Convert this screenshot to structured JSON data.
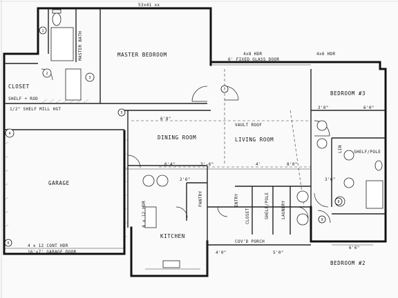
{
  "labels": {
    "top_dim": "53x41 xx",
    "master_bedroom": "MASTER BEDROOM",
    "master_bath": "MASTER BATH",
    "closet": "CLOSET",
    "shelf_rod": "SHELF + ROD",
    "garage": "GARAGE",
    "dining_room": "DINING ROOM",
    "living_room": "LIVING ROOM",
    "bedroom_3": "BEDROOM #3",
    "bedroom_2": "BEDROOM #2",
    "kitchen": "KITCHEN",
    "pantry": "PANTRY",
    "entry": "ENTRY",
    "laundry": "LAUNDRY",
    "closet_small": "CLOSET",
    "shelf_pole": "SHELF/POLE",
    "shelf_pole_2": "SHELF/POLE",
    "lin": "LIN",
    "garage_door": "16'x7' GARAGE DOOR",
    "control": "4 x 12 CONT HDR",
    "hdr": "4x8 HDR",
    "fixed_glass_door": "6' FIXED GLASS DOOR",
    "hdr_2": "4x6 HDR",
    "shelf_mill": "1/2\" SHELF MILL HGT",
    "vault": "VAULT ROOF",
    "cov_porch": "COV'D PORCH",
    "hdr_garage_left": "4 x 12 HDR",
    "dim_a": "6'4\"",
    "dim_b": "3'-6\"",
    "dim_c": "4'",
    "dim_d": "8'0\"",
    "dim_e": "6'8\"",
    "dim_f": "3'0\"",
    "dim_g": "6'0\"",
    "dim_h": "6'6\"",
    "dim_i": "4'0\"",
    "dim_j": "5'0\"",
    "dim_k": "2'6\"",
    "dim_l": "3'6\""
  },
  "tags": [
    "1",
    "2",
    "3",
    "4",
    "5",
    "6",
    "7",
    "8",
    "9"
  ]
}
